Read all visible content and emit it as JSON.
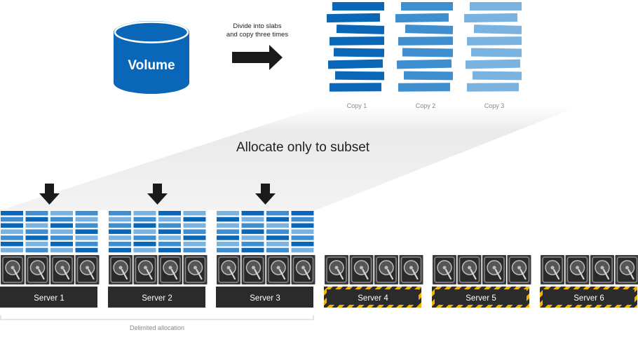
{
  "volume": {
    "label": "Volume"
  },
  "process": {
    "line1": "Divide into slabs",
    "line2": "and copy three times"
  },
  "copies": [
    {
      "label": "Copy 1",
      "color": "#0a67b8"
    },
    {
      "label": "Copy 2",
      "color": "#3f8fd0"
    },
    {
      "label": "Copy 3",
      "color": "#7ab3e0"
    }
  ],
  "heading": "Allocate only to subset",
  "servers": [
    {
      "label": "Server 1",
      "allocated": true
    },
    {
      "label": "Server 2",
      "allocated": true
    },
    {
      "label": "Server 3",
      "allocated": true
    },
    {
      "label": "Server 4",
      "allocated": false
    },
    {
      "label": "Server 5",
      "allocated": false
    },
    {
      "label": "Server 6",
      "allocated": false
    }
  ],
  "bracket_label": "Delimited allocation",
  "colors": {
    "volume_blue": "#0a67b8",
    "server_bar": "#2b2b2b",
    "hazard_yellow": "#f2b400",
    "disk_bg": "#3a3a3a"
  }
}
